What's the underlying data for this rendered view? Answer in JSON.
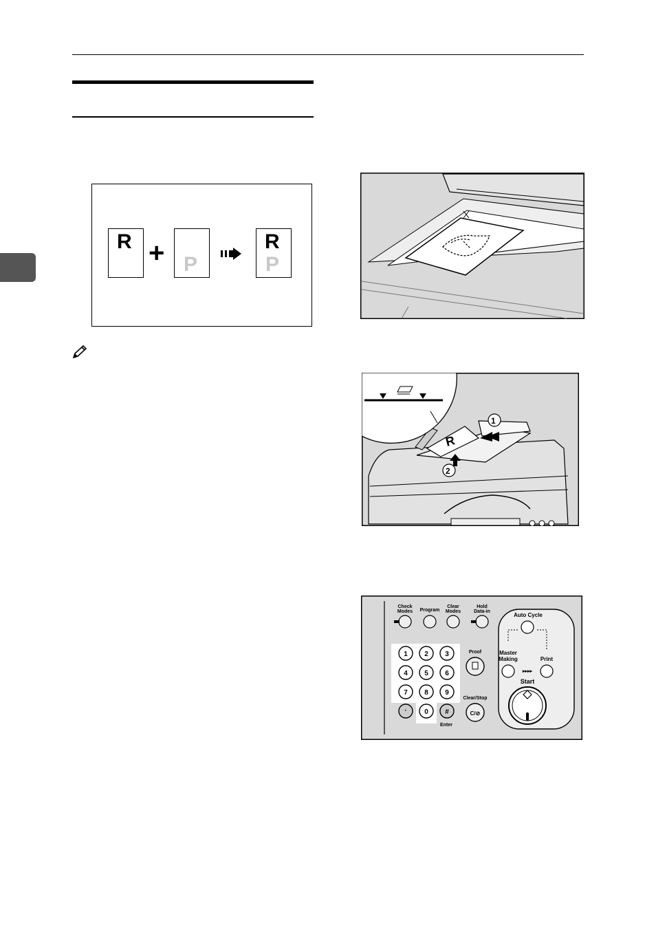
{
  "combine_diagram": {
    "original_letter": "R",
    "overlay_letter": "P",
    "result_top_letter": "R",
    "result_bottom_letter": "P",
    "plus_symbol": "+"
  },
  "feeder_illustration": {
    "step_1": "①",
    "step_2": "②",
    "sheet_letter": "R"
  },
  "control_panel": {
    "top_keys": [
      {
        "label": "Check\nModes",
        "id": "check-modes"
      },
      {
        "label": "Program",
        "id": "program"
      },
      {
        "label": "Clear\nModes",
        "id": "clear-modes"
      },
      {
        "label": "Hold\nData-in",
        "id": "hold-data-in"
      }
    ],
    "keypad": [
      "1",
      "2",
      "3",
      "4",
      "5",
      "6",
      "7",
      "8",
      "9",
      "·",
      "0",
      "#"
    ],
    "enter_label": "Enter",
    "proof_label": "Proof",
    "clear_stop_label": "Clear/Stop",
    "auto_cycle_label": "Auto Cycle",
    "master_making_label": "Master\nMaking",
    "print_label": "Print",
    "start_label": "Start",
    "clear_stop_symbol": "C/⊘"
  },
  "colors": {
    "illustration_gray": "#d9d9d9",
    "tab_gray": "#555555",
    "faded_letter": "#c8c8c8"
  }
}
